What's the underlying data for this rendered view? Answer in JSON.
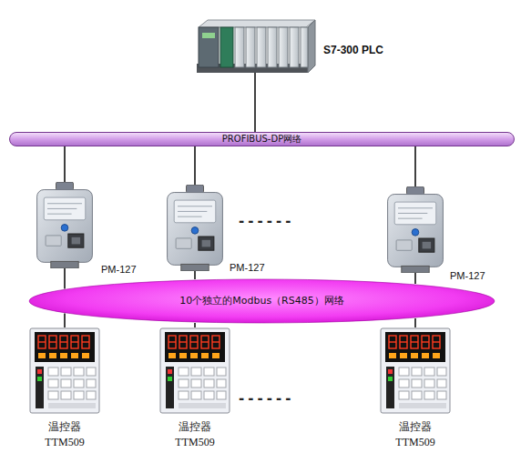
{
  "diagram": {
    "nodes": [
      {
        "text": [
          "S7-300 PLC"
        ]
      },
      {
        "text": [
          "PROFIBUS-DP网络"
        ]
      },
      {
        "text": [
          "PM-127"
        ]
      },
      {
        "text": [
          "PM-127"
        ]
      },
      {
        "text": [
          "PM-127"
        ]
      },
      {
        "text": [
          "10个独立的Modbus（RS485）网络"
        ]
      },
      {
        "text": [
          "温控器",
          "TTM509"
        ]
      },
      {
        "text": [
          "温控器",
          "TTM509"
        ]
      },
      {
        "text": [
          "温控器",
          "TTM509"
        ]
      }
    ],
    "edges": [
      {
        "from": 0,
        "to": 1,
        "arrow": "none"
      },
      {
        "from": 1,
        "to": 2,
        "arrow": "none"
      },
      {
        "from": 1,
        "to": 3,
        "arrow": "none"
      },
      {
        "from": 1,
        "to": 4,
        "arrow": "none"
      },
      {
        "from": 2,
        "to": 5,
        "arrow": "none"
      },
      {
        "from": 3,
        "to": 5,
        "arrow": "none"
      },
      {
        "from": 4,
        "to": 5,
        "arrow": "none"
      },
      {
        "from": 5,
        "to": 6,
        "arrow": "none"
      },
      {
        "from": 5,
        "to": 7,
        "arrow": "none"
      },
      {
        "from": 5,
        "to": 8,
        "arrow": "none"
      }
    ],
    "labels": [
      "------",
      "------"
    ]
  }
}
